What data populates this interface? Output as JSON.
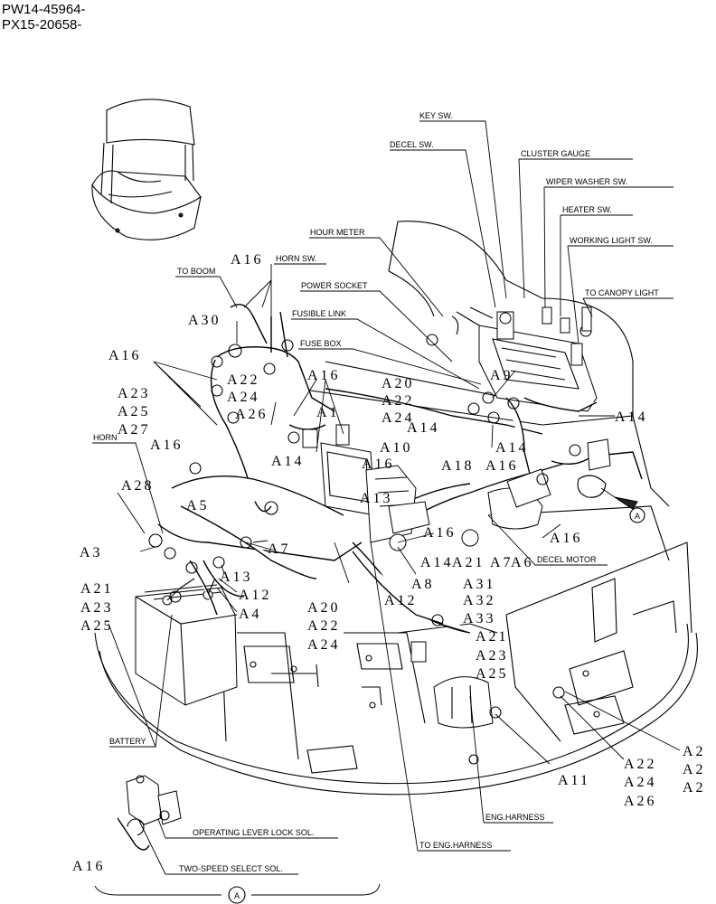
{
  "header": {
    "line1": "PW14-45964-",
    "line2": "PX15-20658-"
  },
  "callouts": {
    "key_sw": "KEY SW.",
    "decel_sw": "DECEL SW.",
    "cluster_gauge": "CLUSTER GAUGE",
    "wiper_washer_sw": "WIPER WASHER SW.",
    "heater_sw": "HEATER SW.",
    "hour_meter": "HOUR METER",
    "working_light_sw": "WORKING LIGHT SW.",
    "horn_sw": "HORN SW.",
    "to_boom": "TO BOOM",
    "power_socket": "POWER SOCKET",
    "to_canopy_light": "TO CANOPY LIGHT",
    "fusible_link": "FUSIBLE LINK",
    "fuse_box": "FUSE BOX",
    "horn": "HORN",
    "decel_motor": "DECEL MOTOR",
    "battery": "BATTERY",
    "eng_harness": "ENG.HARNESS",
    "to_eng_harness": "TO ENG.HARNESS",
    "operating_lever_lock_sol": "OPERATING LEVER LOCK SOL.",
    "two_speed_select_sol": "TWO-SPEED SELECT SOL.",
    "detail_marker": "A",
    "view_marker": "A"
  },
  "codes": {
    "a16_top": "A16",
    "a30": "A30",
    "a16_left": "A16",
    "a23_l": "A23",
    "a25_l": "A25",
    "a27_l": "A27",
    "a22_c": "A22",
    "a24_c": "A24",
    "a26_c": "A26",
    "a16_c": "A16",
    "a1": "A1",
    "a20_c": "A20",
    "a22_c2": "A22",
    "a24_c2": "A24",
    "a14_c": "A14",
    "a9": "A9",
    "a14_r": "A14",
    "a10": "A10",
    "a14_r2": "A14",
    "a16_horn": "A16",
    "a28": "A28",
    "a5": "A5",
    "a14_m": "A14",
    "a16_m": "A16",
    "a18": "A18",
    "a16_m2": "A16",
    "a13_m": "A13",
    "a3": "A3",
    "a7": "A7",
    "a16_ctr": "A16",
    "a16_r": "A16",
    "a13_l": "A13",
    "a12_l": "A12",
    "a4": "A4",
    "a14_b": "A14",
    "a21_b": "A21",
    "a7_b": "A7",
    "a6": "A6",
    "a8": "A8",
    "a31": "A31",
    "a21_bat": "A21",
    "a23_bat": "A23",
    "a25_bat": "A25",
    "a12_b": "A12",
    "a32": "A32",
    "a33": "A33",
    "a20_b": "A20",
    "a22_b": "A22",
    "a24_b": "A24",
    "a21_r": "A21",
    "a23_r": "A23",
    "a25_r": "A25",
    "a11": "A11",
    "a22_br": "A22",
    "a24_br": "A24",
    "a26_br": "A26",
    "a2_1": "A2",
    "a2_2": "A2",
    "a2_3": "A2",
    "a16_detail": "A16"
  }
}
